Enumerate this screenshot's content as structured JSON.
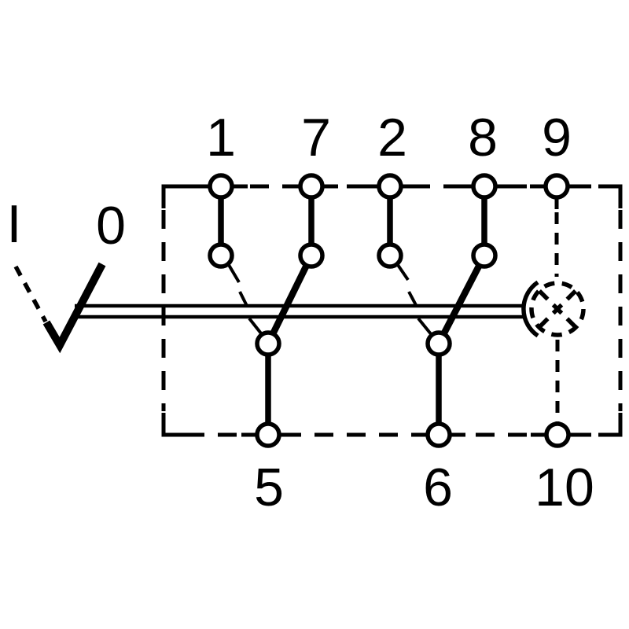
{
  "diagram": {
    "title": "rocker-switch-contact-schematic",
    "colors": {
      "line": "#000000",
      "background": "#ffffff"
    },
    "positions": {
      "on": "I",
      "off": "0"
    },
    "top_terminals": [
      "1",
      "7",
      "2",
      "8",
      "9"
    ],
    "bottom_terminals": [
      "5",
      "6",
      "10"
    ],
    "closed_bridges": [
      "7-5",
      "8-6"
    ],
    "open_bridges": [
      "1-5",
      "2-6"
    ],
    "lamp_between": "9-10"
  }
}
